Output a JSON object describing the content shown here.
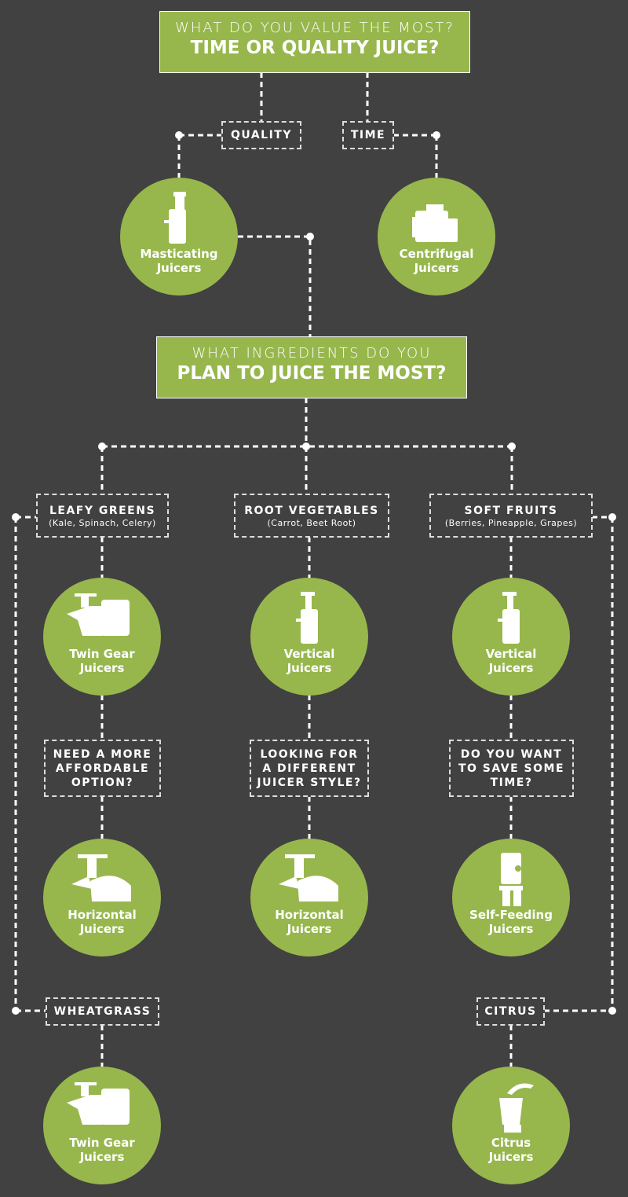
{
  "colors": {
    "background": "#414141",
    "green": "#97b74d",
    "line": "#ffffff"
  },
  "q1": {
    "line1": "WHAT DO YOU VALUE THE MOST?",
    "line2": "TIME OR QUALITY JUICE?"
  },
  "q2": {
    "line1": "WHAT INGREDIENTS DO YOU",
    "line2": "PLAN TO JUICE THE MOST?"
  },
  "labels": {
    "quality": "QUALITY",
    "time": "TIME",
    "wheatgrass": "WHEATGRASS",
    "citrus": "CITRUS"
  },
  "categories": [
    {
      "title": "LEAFY GREENS",
      "sub": "(Kale, Spinach, Celery)"
    },
    {
      "title": "ROOT VEGETABLES",
      "sub": "(Carrot, Beet Root)"
    },
    {
      "title": "SOFT FRUITS",
      "sub": "(Berries, Pineapple, Grapes)"
    }
  ],
  "questions": [
    {
      "l1": "NEED A MORE",
      "l2": "AFFORDABLE",
      "l3": "OPTION?"
    },
    {
      "l1": "LOOKING FOR",
      "l2": "A DIFFERENT",
      "l3": "JUICER STYLE?"
    },
    {
      "l1": "DO YOU WANT",
      "l2": "TO SAVE SOME",
      "l3": "TIME?"
    }
  ],
  "juicers": {
    "masticating": {
      "l1": "Masticating",
      "l2": "Juicers"
    },
    "centrifugal": {
      "l1": "Centrifugal",
      "l2": "Juicers"
    },
    "twin1": {
      "l1": "Twin Gear",
      "l2": "Juicers"
    },
    "vertical1": {
      "l1": "Vertical",
      "l2": "Juicers"
    },
    "vertical2": {
      "l1": "Vertical",
      "l2": "Juicers"
    },
    "horizontal1": {
      "l1": "Horizontal",
      "l2": "Juicers"
    },
    "horizontal2": {
      "l1": "Horizontal",
      "l2": "Juicers"
    },
    "selffeeding": {
      "l1": "Self-Feeding",
      "l2": "Juicers"
    },
    "twin2": {
      "l1": "Twin Gear",
      "l2": "Juicers"
    },
    "citrus": {
      "l1": "Citrus",
      "l2": "Juicers"
    }
  }
}
